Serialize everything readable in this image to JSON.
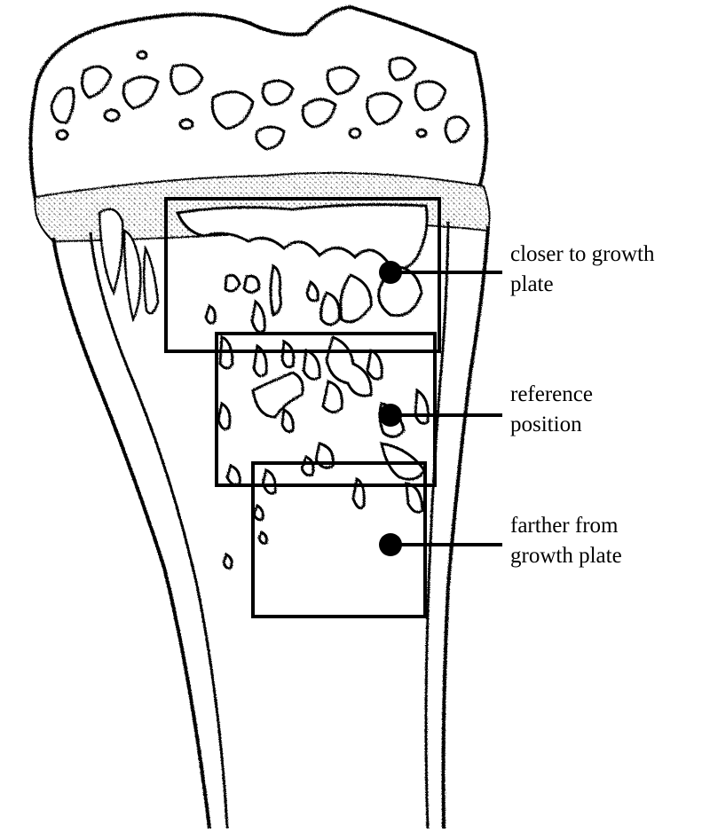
{
  "annotations": [
    {
      "id": "closer",
      "lines": [
        "closer to growth",
        "plate"
      ]
    },
    {
      "id": "reference",
      "lines": [
        "reference",
        "position"
      ]
    },
    {
      "id": "farther",
      "lines": [
        "farther from",
        "growth plate"
      ]
    }
  ],
  "colors": {
    "ink": "#000000",
    "background": "#ffffff",
    "cartilage": "#9a9a9a"
  }
}
